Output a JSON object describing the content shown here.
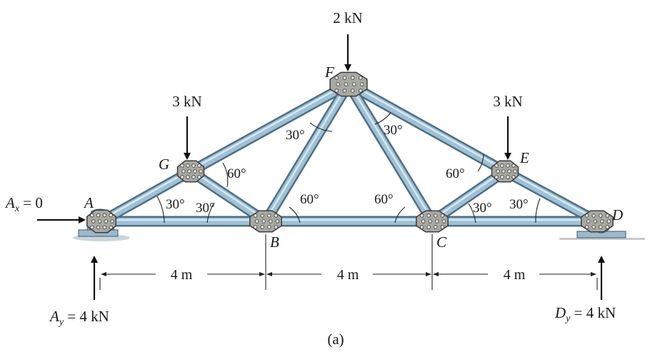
{
  "loads": {
    "F": "2 kN",
    "G": "3 kN",
    "E": "3 kN"
  },
  "reactions": {
    "Ax": {
      "sym": "A",
      "sub": "x",
      "rest": " = 0"
    },
    "Ay": {
      "sym": "A",
      "sub": "y",
      "rest": " = 4 kN"
    },
    "Dy": {
      "sym": "D",
      "sub": "y",
      "rest": " = 4 kN"
    }
  },
  "nodes": {
    "A": "A",
    "B": "B",
    "C": "C",
    "D": "D",
    "E": "E",
    "F": "F",
    "G": "G"
  },
  "angles": {
    "a30_A": "30°",
    "a30_BG": "30°",
    "a60_G": "60°",
    "a60_B": "60°",
    "a30_FL": "30°",
    "a30_FR": "30°",
    "a60_C": "60°",
    "a60_E": "60°",
    "a30_CE": "30°",
    "a30_D": "30°"
  },
  "dimensions": [
    "4 m",
    "4 m",
    "4 m"
  ],
  "caption": "(a)",
  "colors": {
    "member": "#9fc1d6",
    "member_edge": "#4f6f84",
    "gusset": "#a9a9a3",
    "support": "#8aa8ba"
  }
}
